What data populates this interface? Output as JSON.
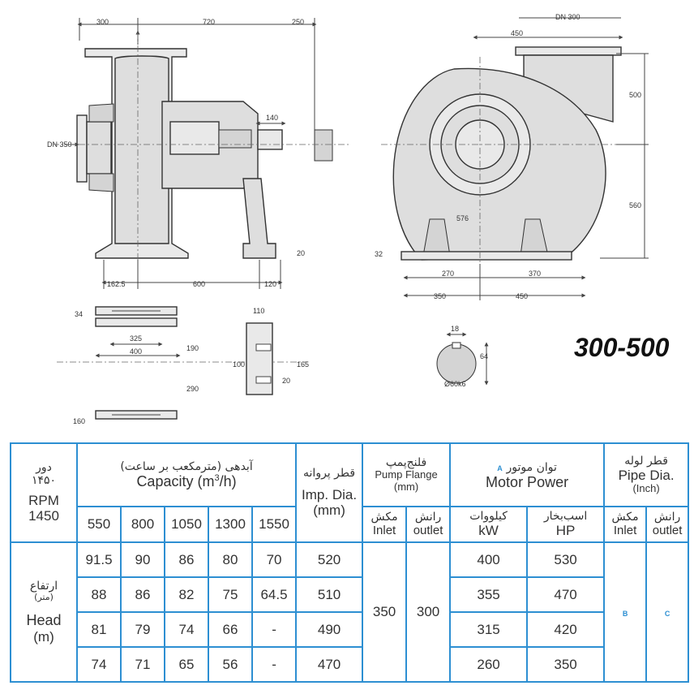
{
  "model": "300-500",
  "front_view": {
    "dims": {
      "top_left": "300",
      "top_main": "720",
      "top_right": "250",
      "inlet": "DN 350",
      "shaft": "140",
      "base_h": "20",
      "bottom_left": "162.5",
      "bottom_mid": "600",
      "bottom_right": "120"
    }
  },
  "side_view": {
    "dims": {
      "outlet": "DN 300",
      "top_offset": "450",
      "right_upper": "500",
      "right_lower": "560",
      "center": "576",
      "foot": "32",
      "foot_left": "270",
      "foot_right": "370",
      "base_left": "350",
      "base_right": "450"
    }
  },
  "base_plan": {
    "dims": {
      "thick": "34",
      "slot": "325",
      "width": "400",
      "upper": "190",
      "lower": "290",
      "bottom": "160"
    }
  },
  "foot_detail": {
    "dims": {
      "top": "110",
      "left": "100",
      "right": "165",
      "slot": "20"
    }
  },
  "shaft_detail": {
    "dims": {
      "key": "18",
      "height": "64",
      "diameter": "Ø60k6"
    }
  },
  "table": {
    "rpm_label_fa": "دور",
    "rpm_value_fa": "۱۴۵۰",
    "rpm_label": "RPM",
    "rpm_value": "1450",
    "capacity_fa": "آبدهی (مترمکعب بر ساعت)",
    "capacity_label": "Capacity (m",
    "capacity_sup": "3",
    "capacity_unit": "/h)",
    "capacities": [
      "550",
      "800",
      "1050",
      "1300",
      "1550"
    ],
    "imp_fa": "قطر پروانه",
    "imp_label": "Imp. Dia.",
    "imp_unit": "(mm)",
    "flange_fa": "فلنج‌پمپ",
    "flange_label": "Pump Flange",
    "flange_unit": "(mm)",
    "inlet_fa": "مکش",
    "inlet_label": "Inlet",
    "outlet_fa": "رانش",
    "outlet_label": "outlet",
    "motor_fa": "توان موتور",
    "motor_badge": "A",
    "motor_label": "Motor Power",
    "kw_fa": "کیلووات",
    "kw_label": "kW",
    "hp_fa": "اسب‌بخار",
    "hp_label": "HP",
    "pipe_fa": "قطر لوله",
    "pipe_label": "Pipe Dia.",
    "pipe_unit": "(Inch)",
    "head_fa": "ارتفاع",
    "head_fa_unit": "(متر)",
    "head_label": "Head",
    "head_unit": "(m)",
    "head_rows": [
      [
        "91.5",
        "90",
        "86",
        "80",
        "70"
      ],
      [
        "88",
        "86",
        "82",
        "75",
        "64.5"
      ],
      [
        "81",
        "79",
        "74",
        "66",
        "-"
      ],
      [
        "74",
        "71",
        "65",
        "56",
        "-"
      ]
    ],
    "imp_dia": [
      "520",
      "510",
      "490",
      "470"
    ],
    "flange_inlet": "350",
    "flange_outlet": "300",
    "kw": [
      "400",
      "355",
      "315",
      "260"
    ],
    "hp": [
      "530",
      "470",
      "420",
      "350"
    ],
    "pipe_inlet_badge": "B",
    "pipe_outlet_badge": "C"
  }
}
